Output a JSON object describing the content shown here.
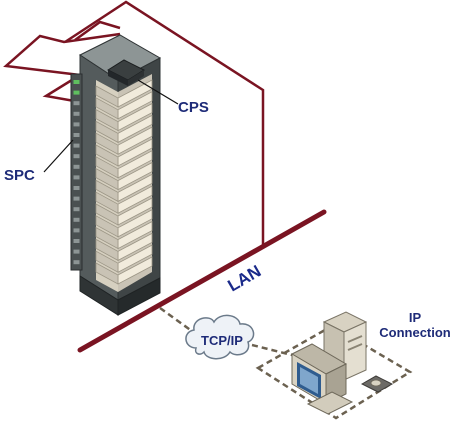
{
  "labels": {
    "spc": "SPC",
    "cps": "CPS",
    "lan": "LAN",
    "tcpip": "TCP/IP",
    "ip_line1": "IP",
    "ip_line2": "Connection"
  },
  "colors": {
    "cable": "#7a1422",
    "label_blue": "#1e2b78",
    "lan_text": "#1a2a8a",
    "rack_frame": "#3f4546",
    "server_face": "#f1ebdc",
    "server_side": "#c9c3b5",
    "dashed": "#6b6150",
    "cloud": "#eef2f7"
  },
  "icons": {
    "rack": "server-rack-icon",
    "computer": "desktop-computer-icon",
    "cloud": "network-cloud-icon"
  }
}
